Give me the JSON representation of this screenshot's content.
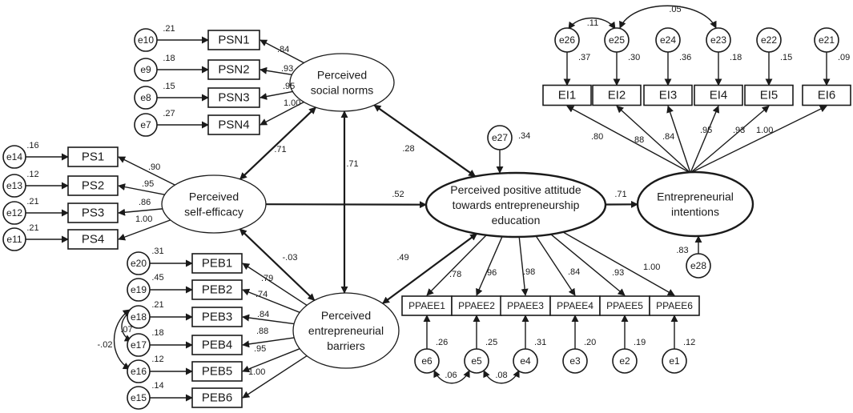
{
  "latents": {
    "social_norms": {
      "lines": [
        "Perceived",
        "social norms"
      ]
    },
    "self_efficacy": {
      "lines": [
        "Perceived",
        "self-efficacy"
      ]
    },
    "barriers": {
      "lines": [
        "Perceived",
        "entrepreneurial",
        "barriers"
      ]
    },
    "attitude": {
      "lines": [
        "Perceived positive attitude",
        "towards entrepreneurship",
        "education"
      ]
    },
    "intentions": {
      "lines": [
        "Entrepreneurial",
        "intentions"
      ]
    }
  },
  "indicators": {
    "psn": [
      {
        "label": "PSN1",
        "error": "e10",
        "variance": ".21",
        "loading": ".84"
      },
      {
        "label": "PSN2",
        "error": "e9",
        "variance": ".18",
        "loading": ".93"
      },
      {
        "label": "PSN3",
        "error": "e8",
        "variance": ".15",
        "loading": ".95"
      },
      {
        "label": "PSN4",
        "error": "e7",
        "variance": ".27",
        "loading": "1.00"
      }
    ],
    "ps": [
      {
        "label": "PS1",
        "error": "e14",
        "variance": ".16",
        "loading": ".90"
      },
      {
        "label": "PS2",
        "error": "e13",
        "variance": ".12",
        "loading": ".95"
      },
      {
        "label": "PS3",
        "error": "e12",
        "variance": ".21",
        "loading": ".86"
      },
      {
        "label": "PS4",
        "error": "e11",
        "variance": ".21",
        "loading": "1.00"
      }
    ],
    "peb": [
      {
        "label": "PEB1",
        "error": "e20",
        "variance": ".31",
        "loading": ".79"
      },
      {
        "label": "PEB2",
        "error": "e19",
        "variance": ".45",
        "loading": ".74"
      },
      {
        "label": "PEB3",
        "error": "e18",
        "variance": ".21",
        "loading": ".84"
      },
      {
        "label": "PEB4",
        "error": "e17",
        "variance": ".18",
        "loading": ".88"
      },
      {
        "label": "PEB5",
        "error": "e16",
        "variance": ".12",
        "loading": ".95"
      },
      {
        "label": "PEB6",
        "error": "e15",
        "variance": ".14",
        "loading": "1.00"
      }
    ],
    "ppaee": [
      {
        "label": "PPAEE1",
        "error": "e6",
        "variance": ".26",
        "loading": ".78"
      },
      {
        "label": "PPAEE2",
        "error": "e5",
        "variance": ".25",
        "loading": ".96"
      },
      {
        "label": "PPAEE3",
        "error": "e4",
        "variance": ".31",
        "loading": ".98"
      },
      {
        "label": "PPAEE4",
        "error": "e3",
        "variance": ".20",
        "loading": ".84"
      },
      {
        "label": "PPAEE5",
        "error": "e2",
        "variance": ".19",
        "loading": ".93"
      },
      {
        "label": "PPAEE6",
        "error": "e1",
        "variance": ".12",
        "loading": "1.00"
      }
    ],
    "ei": [
      {
        "label": "EI1",
        "error": "e26",
        "variance": ".37",
        "loading": ".80"
      },
      {
        "label": "EI2",
        "error": "e25",
        "variance": ".30",
        "loading": ".88"
      },
      {
        "label": "EI3",
        "error": "e24",
        "variance": ".36",
        "loading": ".84"
      },
      {
        "label": "EI4",
        "error": "e23",
        "variance": ".18",
        "loading": ".95"
      },
      {
        "label": "EI5",
        "error": "e22",
        "variance": ".15",
        "loading": ".93"
      },
      {
        "label": "EI6",
        "error": "e21",
        "variance": ".09",
        "loading": "1.00"
      }
    ]
  },
  "structural": {
    "sn_se": ".71",
    "sn_pb": ".71",
    "sn_att": ".28",
    "se_att": ".52",
    "se_pb": "-.03",
    "pb_att": ".49",
    "att_ei": ".71"
  },
  "disturbances": {
    "e27": {
      "label": "e27",
      "value": ".34"
    },
    "e28": {
      "label": "e28",
      "value": ".83"
    }
  },
  "error_covariances": {
    "e26_e25": ".11",
    "e25_e23": ".05",
    "e18_e17": ".07",
    "e18_e16": "-.02",
    "e6_e5": ".06",
    "e5_e4": ".08"
  }
}
